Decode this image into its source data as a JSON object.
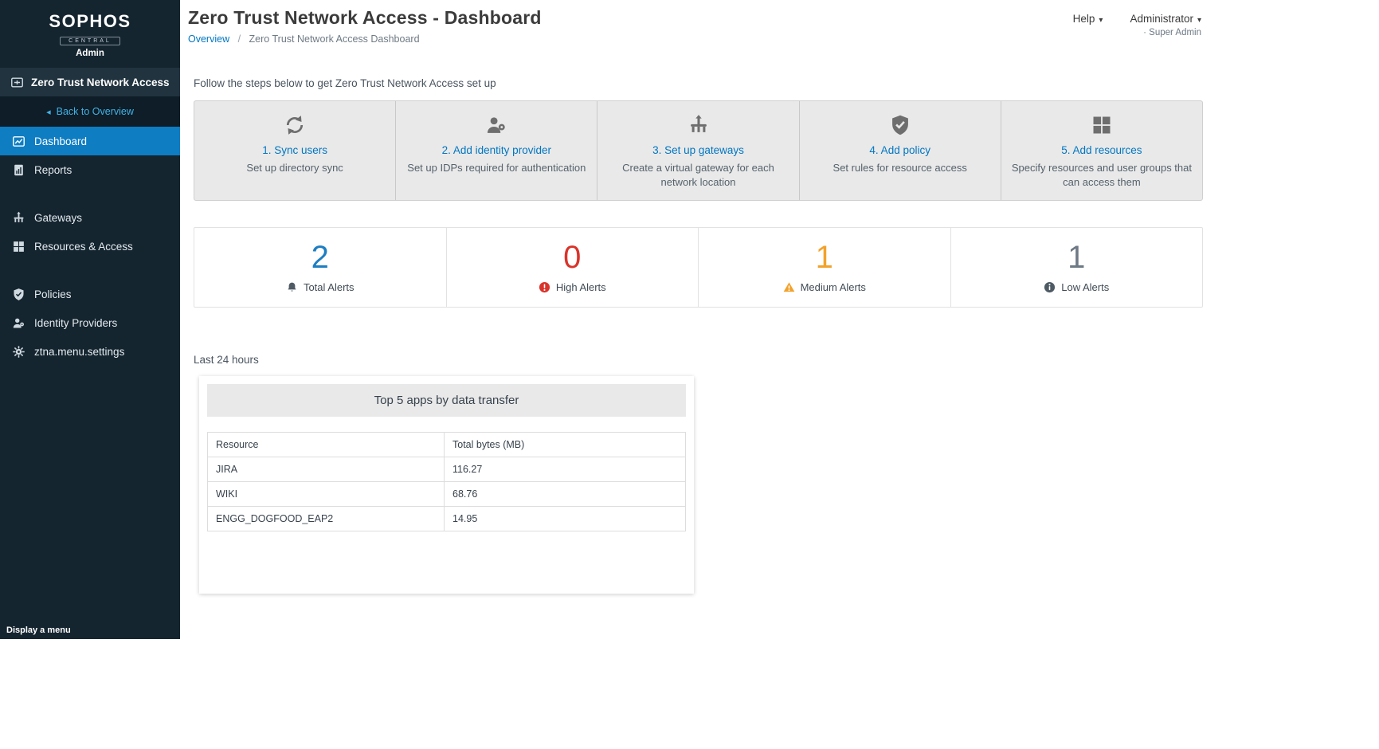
{
  "colors": {
    "sidebar_bg": "#152530",
    "sidebar_product_bg": "#20333f",
    "sidebar_back_bg": "#0e1d27",
    "active_item_blue": "#0e7dc2",
    "link_blue": "#0076c2",
    "back_link_cyan": "#41b1e6",
    "panel_gray": "#e9e9e9",
    "alert_total_blue": "#1e7ec2",
    "alert_high_red": "#d9342b",
    "alert_medium_orange": "#f2a22b",
    "alert_low_gray": "#6d7984"
  },
  "icons": {
    "caret_down": "▾",
    "back_arrow": "◂"
  },
  "sidebar": {
    "logo": {
      "brand": "SOPHOS",
      "badge": "CENTRAL",
      "subtitle": "Admin"
    },
    "product": "Zero Trust Network Access",
    "back_link": "Back to Overview",
    "items": [
      {
        "label": "Dashboard",
        "active": true
      },
      {
        "label": "Reports"
      },
      {
        "label": "Gateways"
      },
      {
        "label": "Resources & Access"
      },
      {
        "label": "Policies"
      },
      {
        "label": "Identity Providers"
      },
      {
        "label": "ztna.menu.settings"
      }
    ],
    "footer": "Display a menu"
  },
  "header": {
    "title": "Zero Trust Network Access - Dashboard",
    "breadcrumb": {
      "link": "Overview",
      "separator": "/",
      "current": "Zero Trust Network Access Dashboard"
    },
    "help": "Help",
    "user": "Administrator",
    "role": "· Super Admin"
  },
  "setup": {
    "intro": "Follow the steps below to get Zero Trust Network Access set up",
    "steps": [
      {
        "title": "1. Sync users",
        "description": "Set up directory sync"
      },
      {
        "title": "2. Add identity provider",
        "description": "Set up IDPs required for authentication"
      },
      {
        "title": "3. Set up gateways",
        "description": "Create a virtual gateway for each network location"
      },
      {
        "title": "4. Add policy",
        "description": "Set rules for resource access"
      },
      {
        "title": "5. Add resources",
        "description": "Specify resources and user groups that can access them"
      }
    ]
  },
  "alerts": [
    {
      "count": "2",
      "label": "Total Alerts",
      "color": "#1e7ec2"
    },
    {
      "count": "0",
      "label": "High Alerts",
      "color": "#d9342b"
    },
    {
      "count": "1",
      "label": "Medium Alerts",
      "color": "#f2a22b"
    },
    {
      "count": "1",
      "label": "Low Alerts",
      "color": "#6d7984"
    }
  ],
  "report": {
    "period": "Last 24 hours",
    "card_title": "Top 5 apps by data transfer",
    "table": {
      "columns": [
        "Resource",
        "Total bytes (MB)"
      ],
      "rows": [
        [
          "JIRA",
          "116.27"
        ],
        [
          "WIKI",
          "68.76"
        ],
        [
          "ENGG_DOGFOOD_EAP2",
          "14.95"
        ]
      ]
    }
  }
}
